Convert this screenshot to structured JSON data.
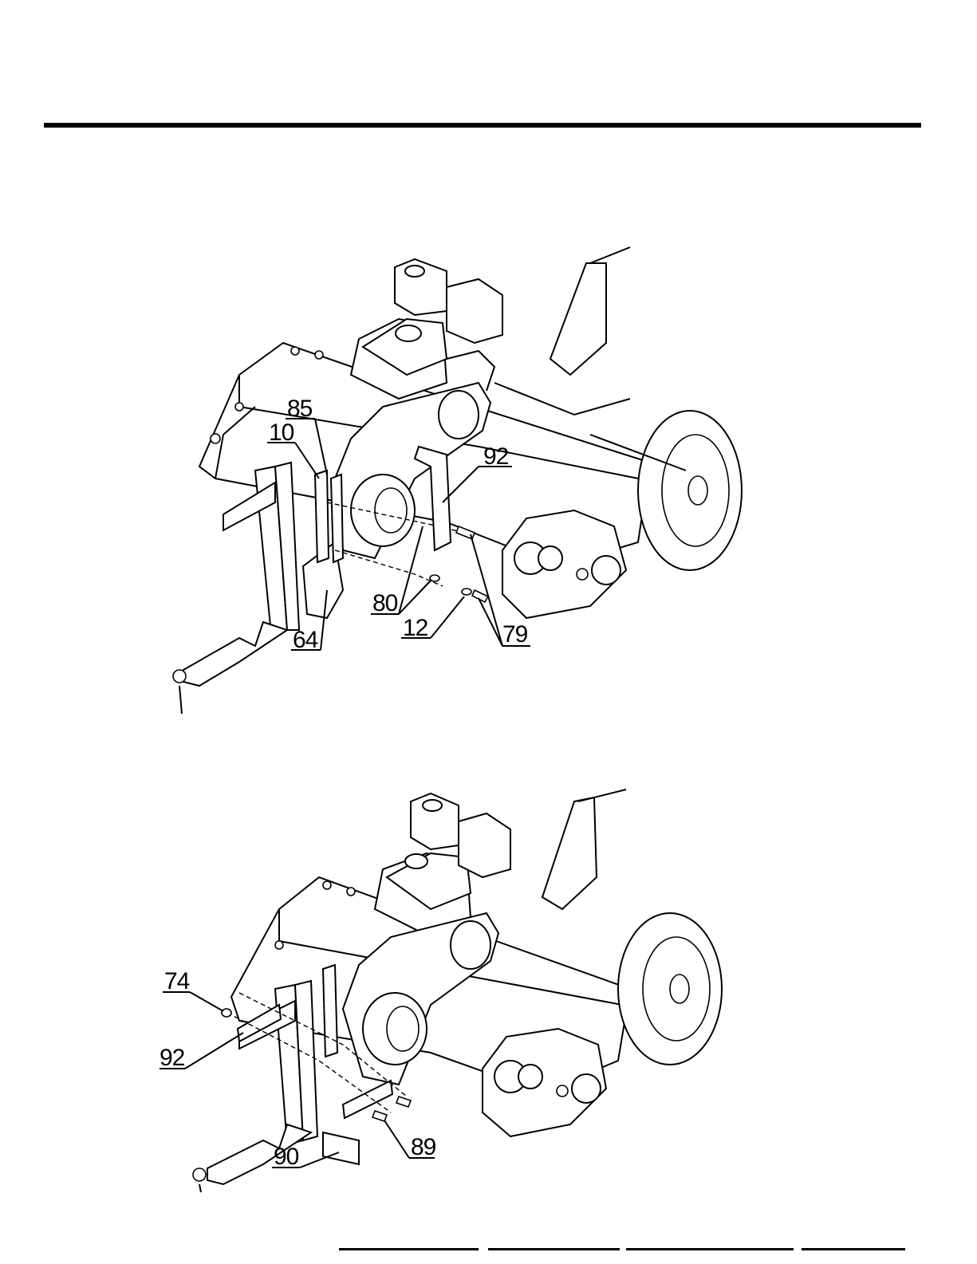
{
  "figure1": {
    "callouts": [
      "85",
      "10",
      "92",
      "80",
      "12",
      "64",
      "79"
    ]
  },
  "figure2": {
    "callouts": [
      "74",
      "92",
      "89",
      "90"
    ]
  }
}
